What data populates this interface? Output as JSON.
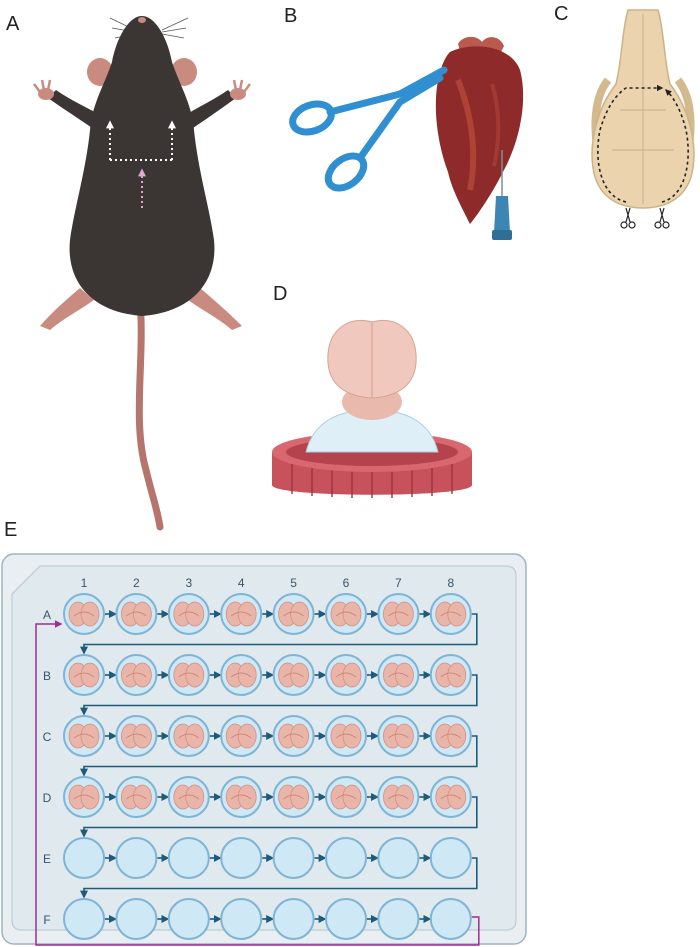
{
  "panels": {
    "a": {
      "letter": "A"
    },
    "b": {
      "letter": "B"
    },
    "c": {
      "letter": "C"
    },
    "d": {
      "letter": "D"
    },
    "e": {
      "letter": "E"
    }
  },
  "plate": {
    "columns": [
      "1",
      "2",
      "3",
      "4",
      "5",
      "6",
      "7",
      "8"
    ],
    "rows": [
      "A",
      "B",
      "C",
      "D",
      "E",
      "F"
    ],
    "rows_with_sections": 4,
    "colors": {
      "plate_body": "#dfe9ee",
      "plate_edge": "#9fb4c0",
      "well_fill": "#cfe8f6",
      "well_ring": "#7fb4d4",
      "arrow": "#1e5a7a",
      "return_line": "#9c2f92",
      "section": "#e9b5a8"
    }
  },
  "colors": {
    "mouse": "#3b3633",
    "mouse_pink": "#c98b80",
    "heart": "#8e2a2a",
    "scissors": "#2f8fd1",
    "needle": "#3d86b3",
    "skull": "#ead3ad",
    "brain": "#f0c8bd",
    "cap": "#c8525c"
  }
}
